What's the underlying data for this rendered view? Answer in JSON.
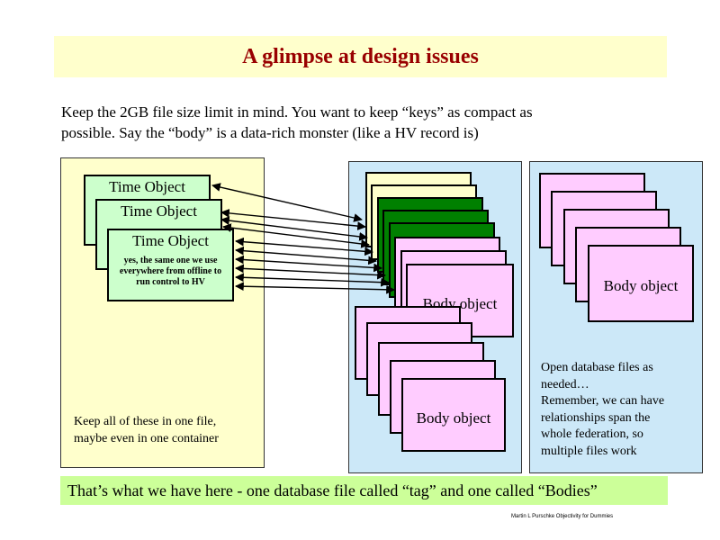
{
  "title": "A glimpse at design issues",
  "intro": {
    "line1": "Keep the 2GB file size limit in mind. You want to keep “keys” as compact as",
    "line2": "possible. Say the “body” is a data-rich monster (like a HV record is)"
  },
  "time_objects": {
    "label": "Time Object",
    "note": "yes, the same one we use everywhere from offline to run control to HV"
  },
  "tag_note": {
    "line1": "Keep all of these in one file,",
    "line2": "maybe even in one container"
  },
  "body_label": "Body object",
  "right_note": {
    "line1": "Open database files as",
    "line2": "needed…",
    "line3": "Remember, we can have",
    "line4": "relationships span the",
    "line5": "whole federation, so",
    "line6": "multiple files work"
  },
  "footer": "That’s what we have here - one database file called “tag” and one called “Bodies”",
  "credit": "Martin L Purschke Objectivity for Dummies",
  "colors": {
    "title": "#990000",
    "tag_panel": "#ffffcc",
    "body_panels": "#cce8f8",
    "time_card": "#ccffcc",
    "cream_card": "#ffffcc",
    "green_card": "#008000",
    "pink_card": "#ffccff",
    "footer_bar": "#ccff99"
  }
}
